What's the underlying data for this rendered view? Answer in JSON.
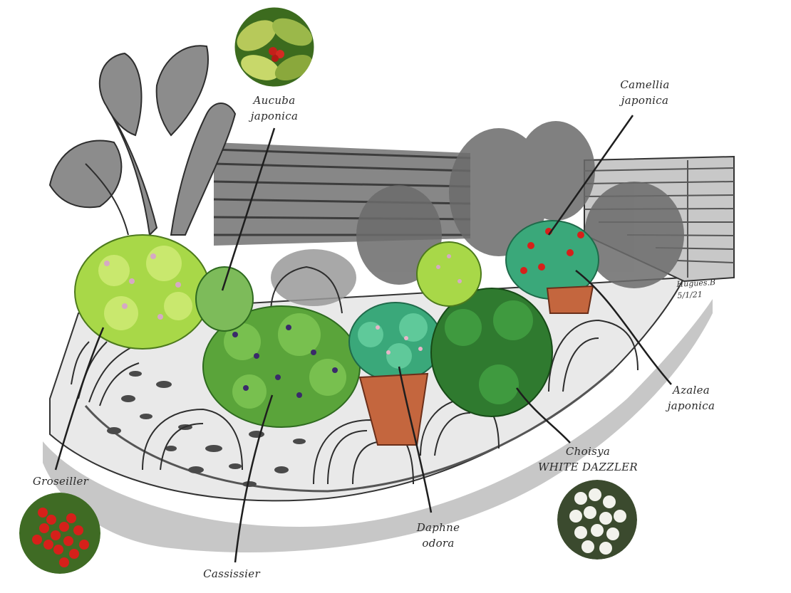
{
  "labels": {
    "aucuba": {
      "line1": "Aucuba",
      "line2": "japonica"
    },
    "camellia": {
      "line1": "Camellia",
      "line2": "japonica"
    },
    "azalea": {
      "line1": "Azalea",
      "line2": "japonica"
    },
    "choisya": {
      "line1": "Choisya",
      "line2": "WHITE DAZZLER"
    },
    "daphne": {
      "line1": "Daphne",
      "line2": "odora"
    },
    "cassissier": {
      "line1": "Cassissier"
    },
    "groseiller": {
      "line1": "Groseiller"
    }
  },
  "signature": {
    "name": "Hugues.B",
    "date": "5/1/21"
  },
  "photos": {
    "aucuba": "aucuba-leaves-photo",
    "groseiller": "redcurrant-berries-photo",
    "choisya": "white-flowers-photo"
  },
  "colors": {
    "ink": "#2a2a2a",
    "fence": "#5a5a5a",
    "light_green": "#a8d848",
    "mid_green": "#5aa43a",
    "dark_green": "#2f7a2f",
    "teal_green": "#3aa87a",
    "terracotta": "#c4663e",
    "red_berry": "#d6201a",
    "purple_berry": "#3a2a6a"
  }
}
